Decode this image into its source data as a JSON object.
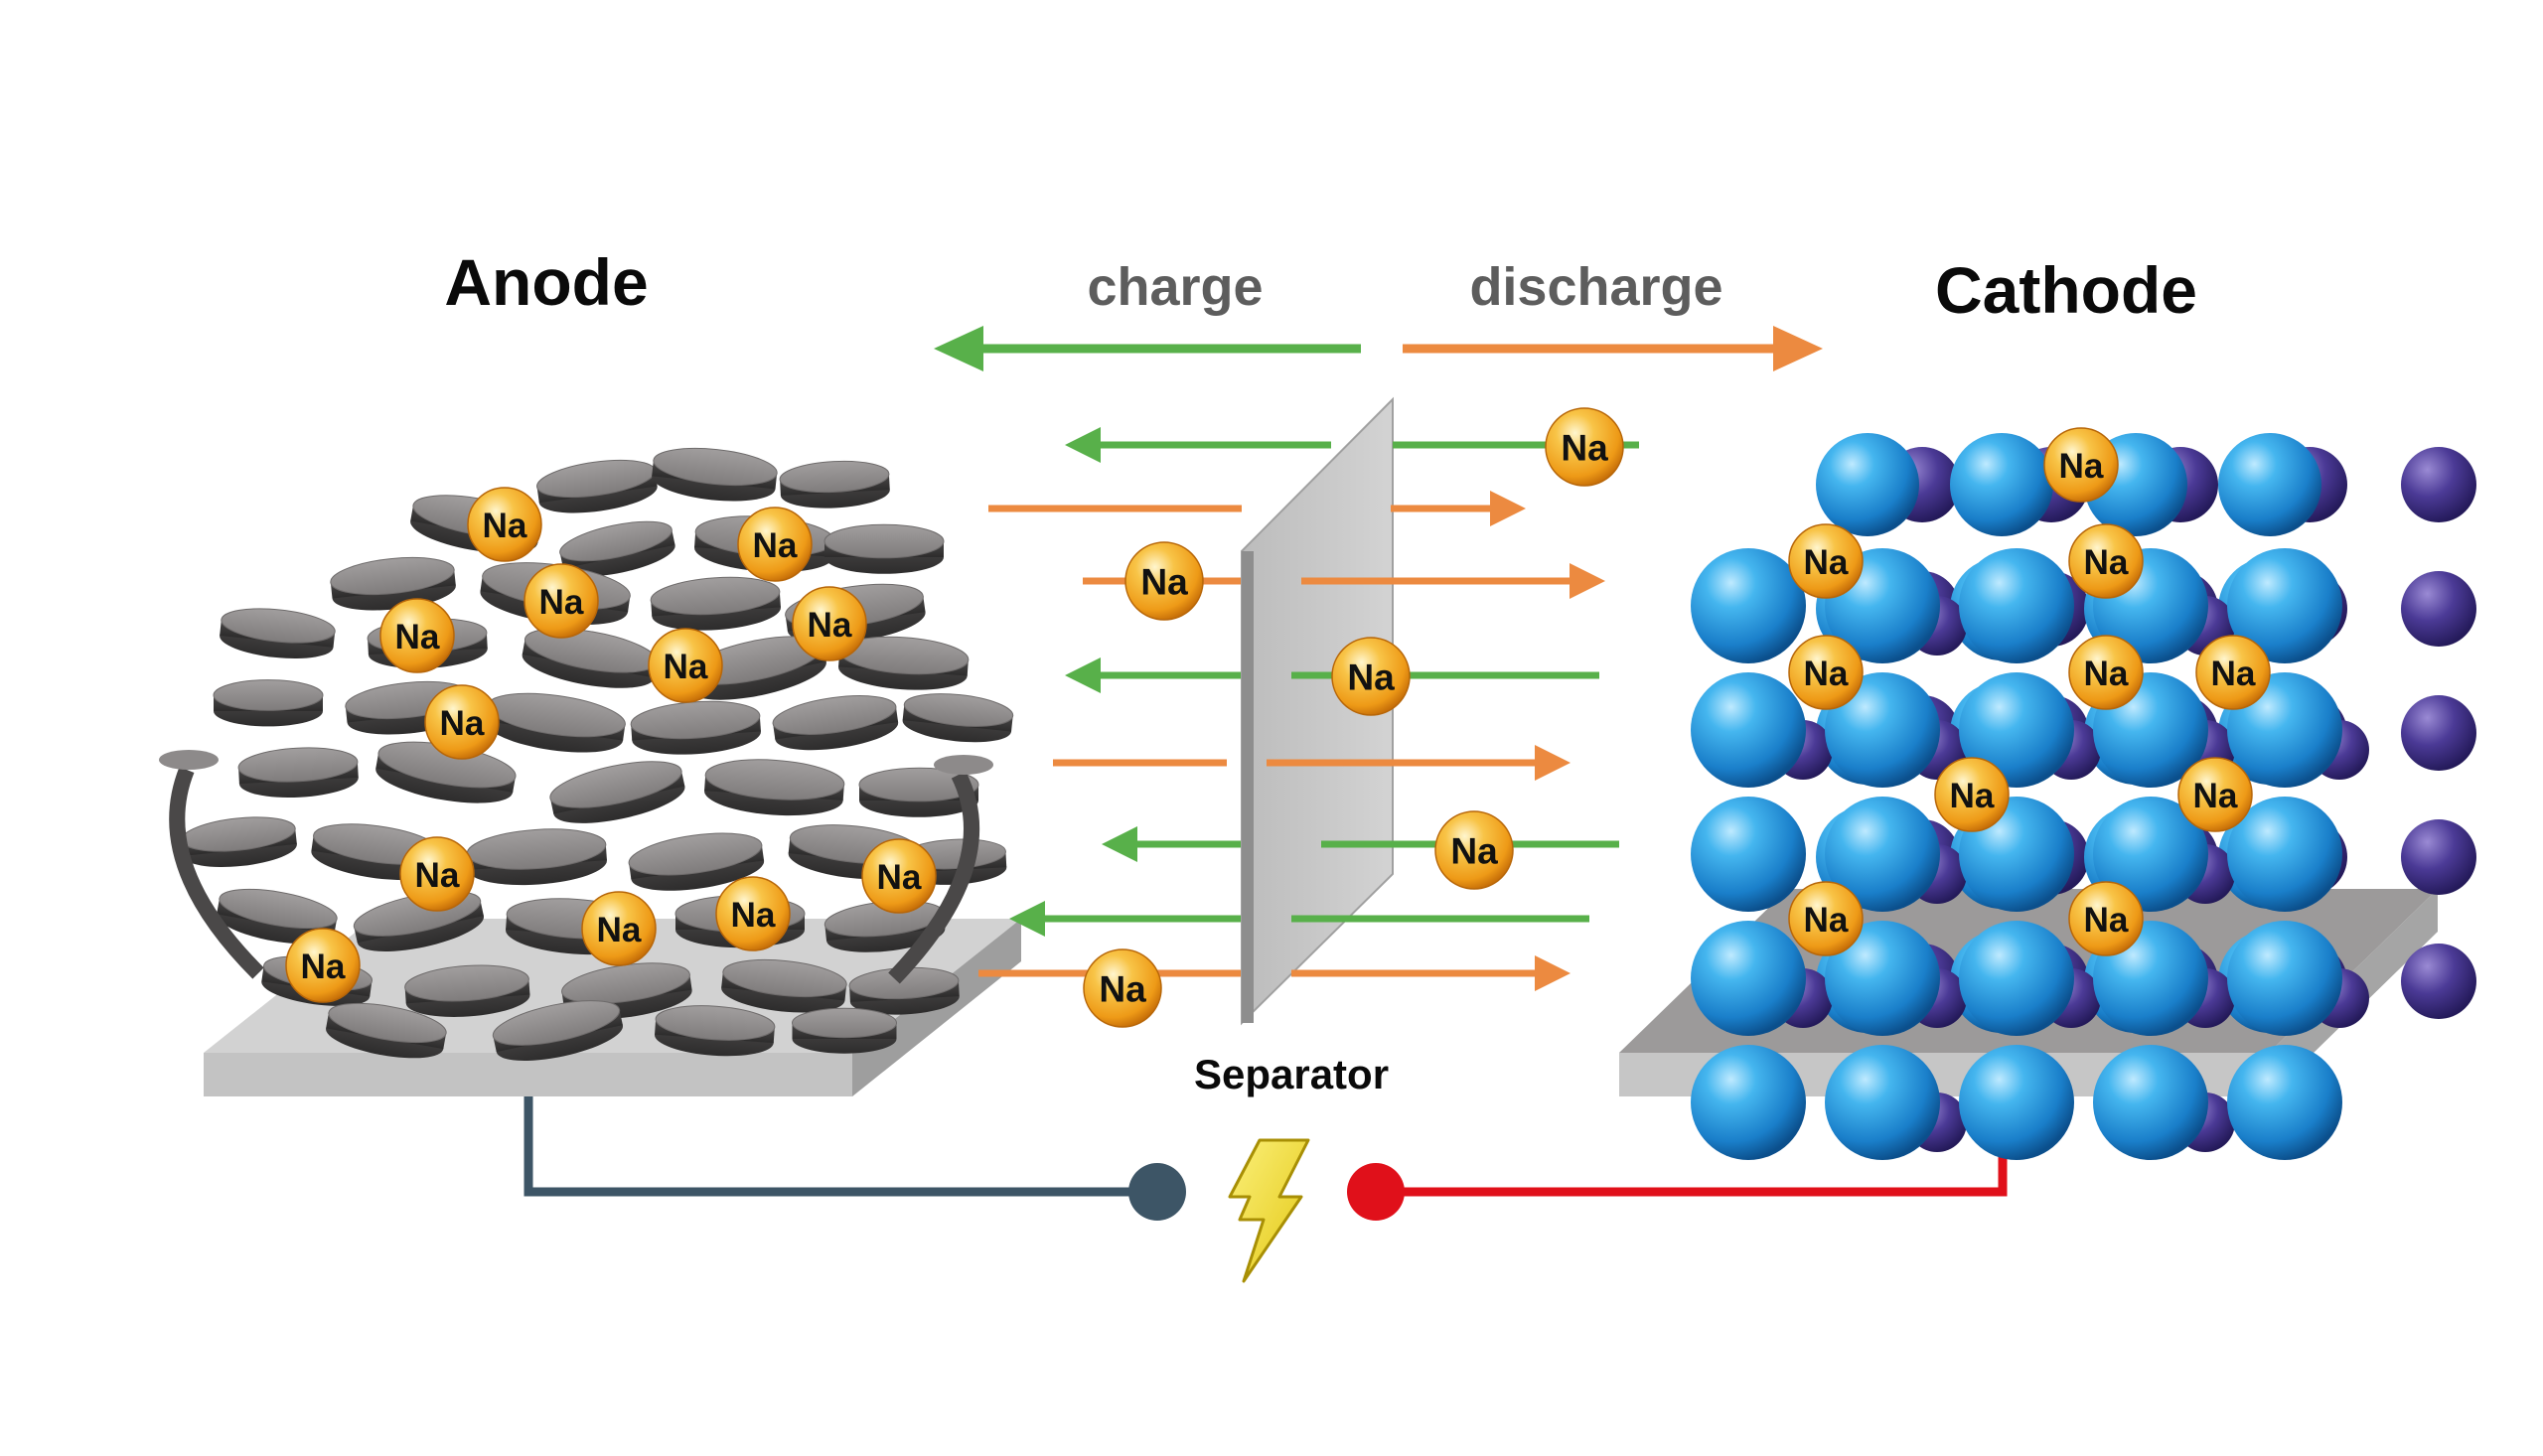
{
  "titles": {
    "anode": "Anode",
    "cathode": "Cathode",
    "charge": "charge",
    "discharge": "discharge",
    "separator": "Separator"
  },
  "ion_label": "Na",
  "colors": {
    "charge_arrow": "#58b04a",
    "discharge_arrow": "#ec8a40",
    "ion": "#f2a41c",
    "anode_flake": "#8d8a8a",
    "cathode_sphere": "#1e8fd6",
    "cathode_small_sphere": "#4a3d93",
    "current_collector": "#c5c5c5",
    "anode_wire": "#3d5566",
    "cathode_wire": "#e0101a",
    "bolt": "#f1e12a"
  },
  "icons": {
    "power": "lightning-bolt-icon"
  }
}
